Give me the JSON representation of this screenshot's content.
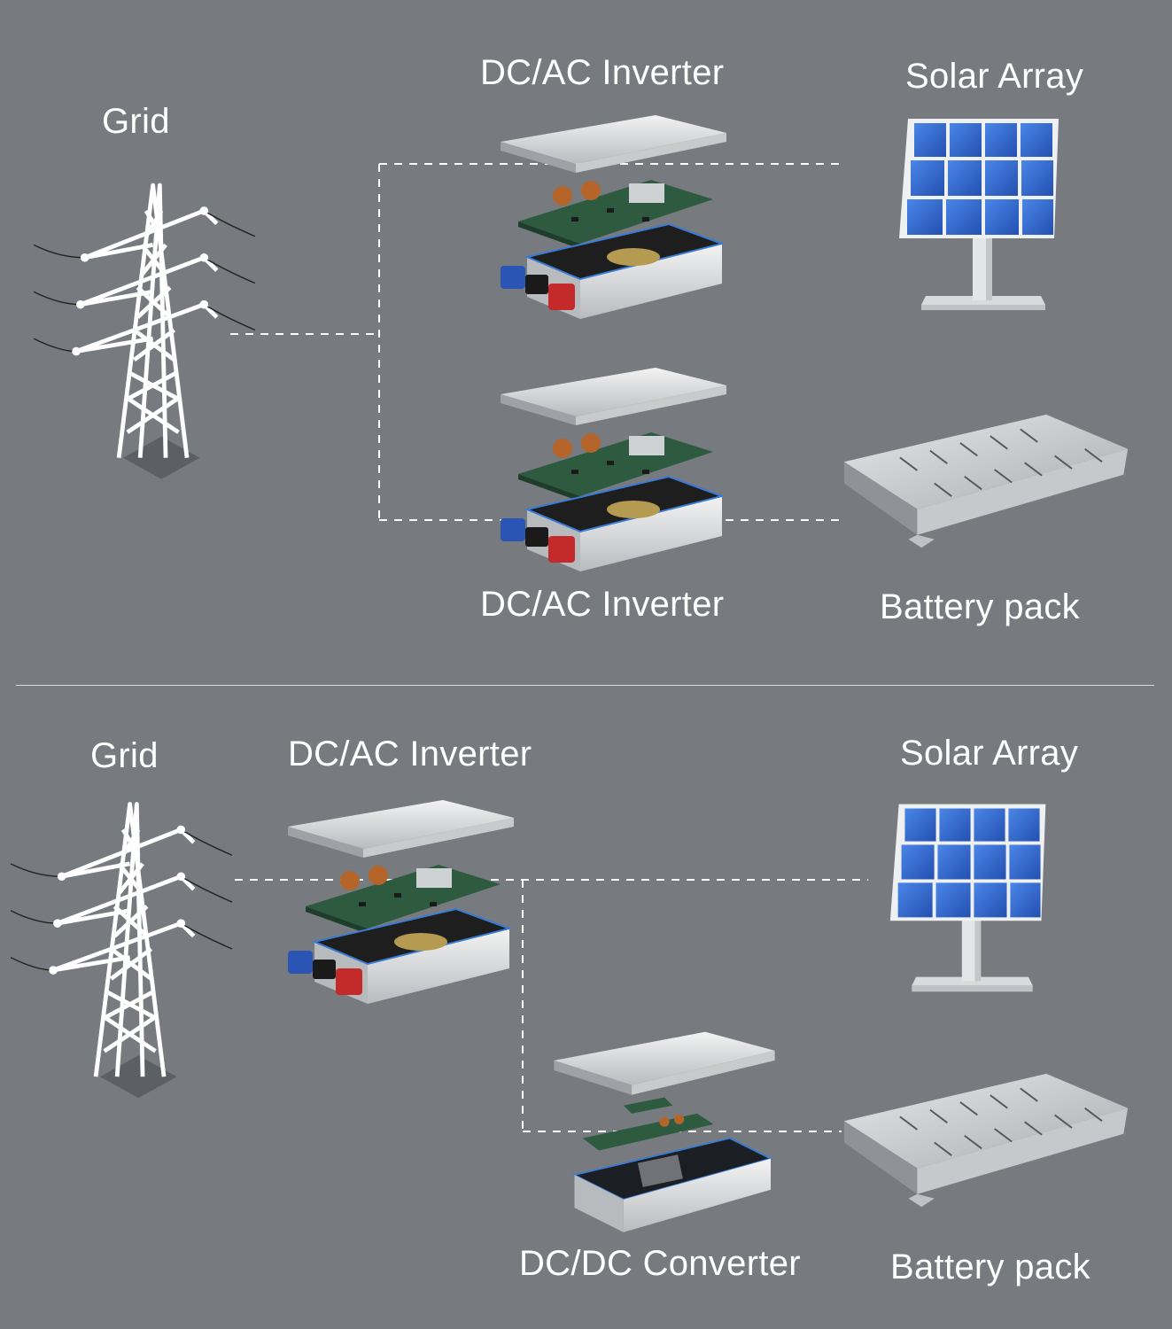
{
  "top": {
    "grid_label": "Grid",
    "inverter_1_label": "DC/AC Inverter",
    "solar_label": "Solar Array",
    "inverter_2_label": "DC/AC Inverter",
    "battery_label": "Battery pack"
  },
  "bottom": {
    "grid_label": "Grid",
    "inverter_label": "DC/AC Inverter",
    "solar_label": "Solar Array",
    "converter_label": "DC/DC Converter",
    "battery_label": "Battery pack"
  },
  "colors": {
    "background": "#777b80",
    "line": "#ffffff",
    "panel_cell": "#2f63c9",
    "pcb": "#2e5a3f",
    "connector_blue": "#2a55b5",
    "connector_red": "#c42a2a"
  }
}
